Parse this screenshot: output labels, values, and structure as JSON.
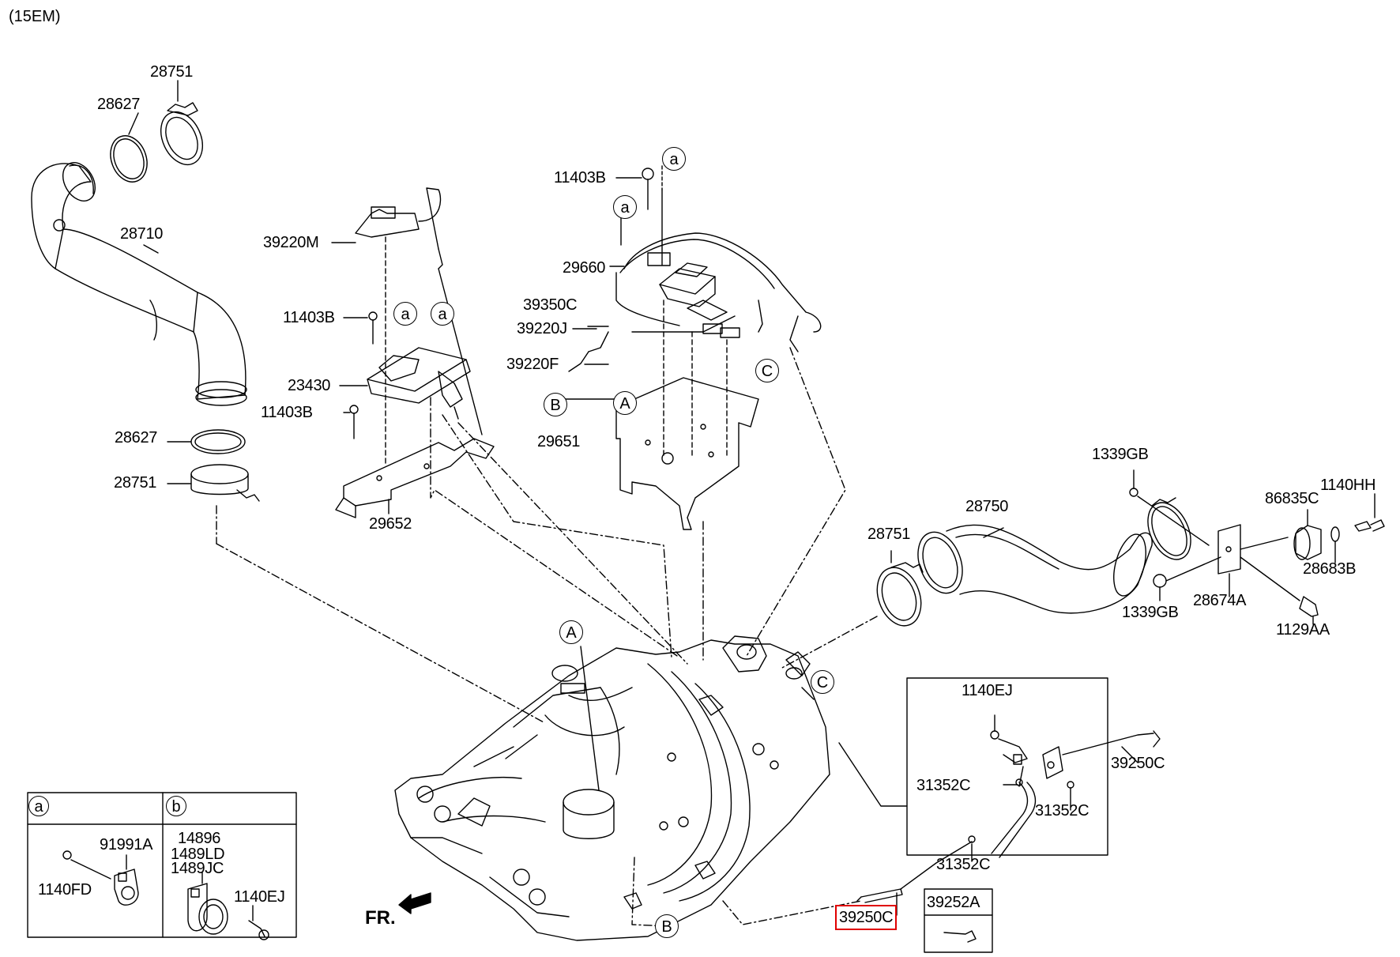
{
  "diagram": {
    "engine_code": "(15EM)",
    "front_label": "FR.",
    "highlight_color": "#e00000",
    "parts": {
      "p28751_top": "28751",
      "p28627_top": "28627",
      "p28710": "28710",
      "p28627_mid": "28627",
      "p28751_mid": "28751",
      "p39220M": "39220M",
      "p11403B_1": "11403B",
      "p23430": "23430",
      "p11403B_2": "11403B",
      "p29652": "29652",
      "p11403B_3": "11403B",
      "p29660": "29660",
      "p39350C": "39350C",
      "p39220J": "39220J",
      "p39220F": "39220F",
      "p29651": "29651",
      "p28751_right": "28751",
      "p28750": "28750",
      "p1339GB_top": "1339GB",
      "p86835C": "86835C",
      "p1140HH": "1140HH",
      "p28683B": "28683B",
      "p1339GB_bottom": "1339GB",
      "p28674A": "28674A",
      "p1129AA": "1129AA",
      "p1140EJ_box": "1140EJ",
      "p39250C_right": "39250C",
      "p31352C_1": "31352C",
      "p31352C_2": "31352C",
      "p31352C_3": "31352C",
      "p39250C_bottom": "39250C",
      "p39252A": "39252A"
    },
    "callouts": {
      "a1": "a",
      "a2": "a",
      "a3": "a",
      "a4": "a",
      "A_sensor": "A",
      "B_sensor": "B",
      "C_sensor": "C",
      "A_main": "A",
      "B_main": "B",
      "C_main": "C"
    },
    "legend": {
      "a_header": "a",
      "b_header": "b",
      "a_parts": [
        "91991A",
        "1140FD"
      ],
      "b_parts": [
        "14896",
        "1489LD",
        "1489JC",
        "1140EJ"
      ]
    }
  }
}
